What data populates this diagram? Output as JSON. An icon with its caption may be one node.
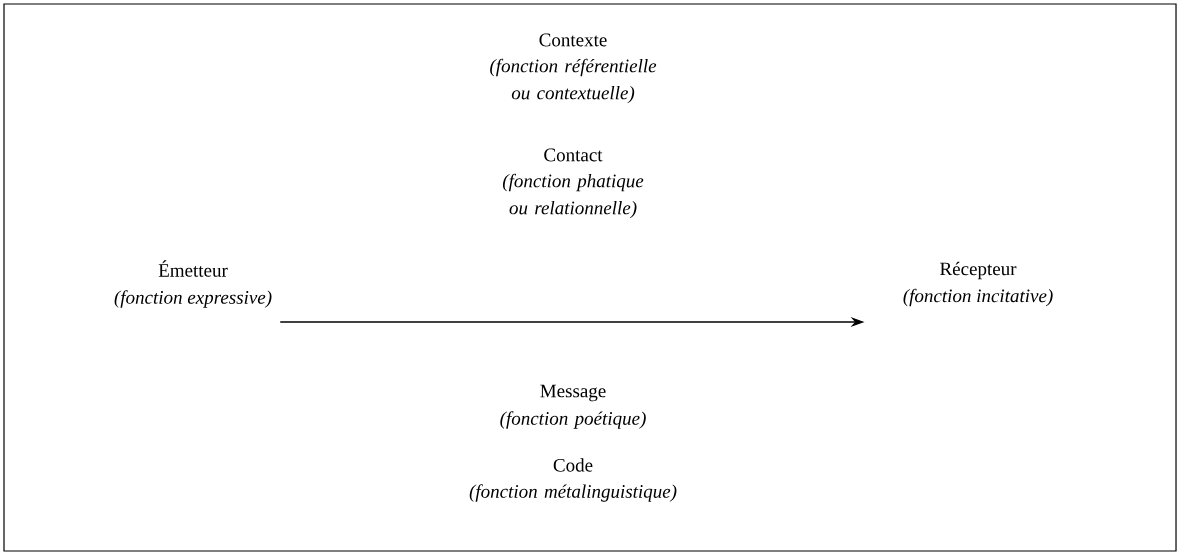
{
  "diagram": {
    "nodes": [
      {
        "text": [
          "Émetteur",
          "(fonction expressive)"
        ]
      },
      {
        "text": [
          "Récepteur",
          "(fonction incitative)"
        ]
      }
    ],
    "edges": [
      {
        "from": 0,
        "to": 1,
        "arrow": "to"
      }
    ],
    "labels": [
      "Contexte",
      "(fonction référentielle ou contextuelle)",
      "Contact",
      "(fonction phatique ou relationnelle)",
      "Message",
      "(fonction poétique)",
      "Code",
      "(fonction métalinguistique)"
    ]
  }
}
